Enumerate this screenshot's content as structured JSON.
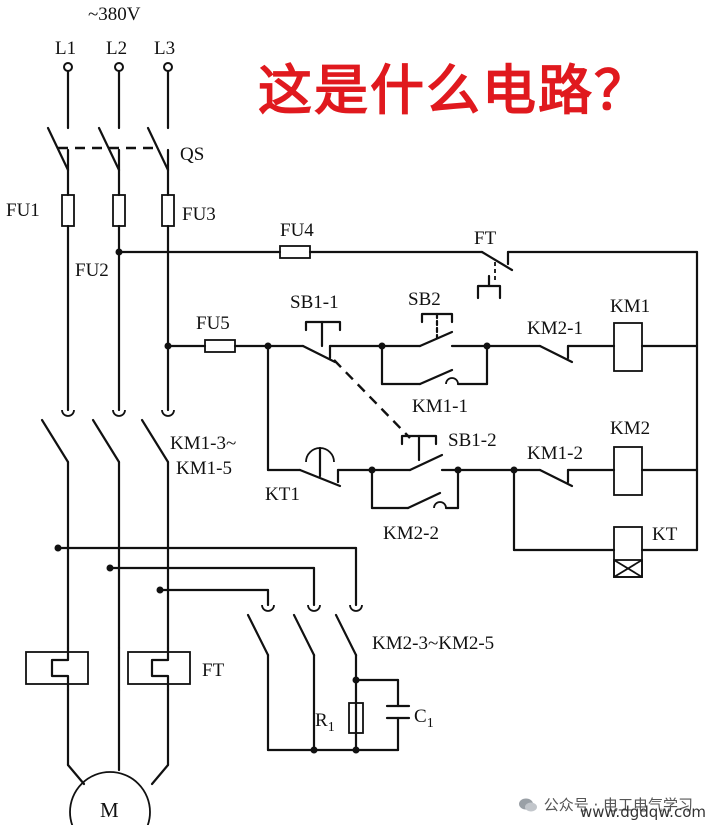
{
  "title": "这是什么电路？",
  "supply": "~380V",
  "phases": [
    "L1",
    "L2",
    "L3"
  ],
  "labels": {
    "qs": "QS",
    "fu1": "FU1",
    "fu2": "FU2",
    "fu3": "FU3",
    "fu4": "FU4",
    "fu5": "FU5",
    "ft_top": "FT",
    "ft_main": "FT",
    "sb1_1": "SB1-1",
    "sb2": "SB2",
    "km1": "KM1",
    "km2_1": "KM2-1",
    "km1_1": "KM1-1",
    "sb1_2": "SB1-2",
    "km1_2": "KM1-2",
    "km2": "KM2",
    "kt1": "KT1",
    "km2_2": "KM2-2",
    "kt": "KT",
    "km1_3_a": "KM1-3~",
    "km1_3_b": "KM1-5",
    "km2_3": "KM2-3~KM2-5",
    "r1": "R",
    "r1_sub": "1",
    "c1": "C",
    "c1_sub": "1",
    "motor": "M"
  },
  "watermark": {
    "text": "公众号 · 电工电气学习",
    "url": "www.dgdqw.com"
  },
  "colors": {
    "title": "#e0191e",
    "wire": "#111111"
  }
}
